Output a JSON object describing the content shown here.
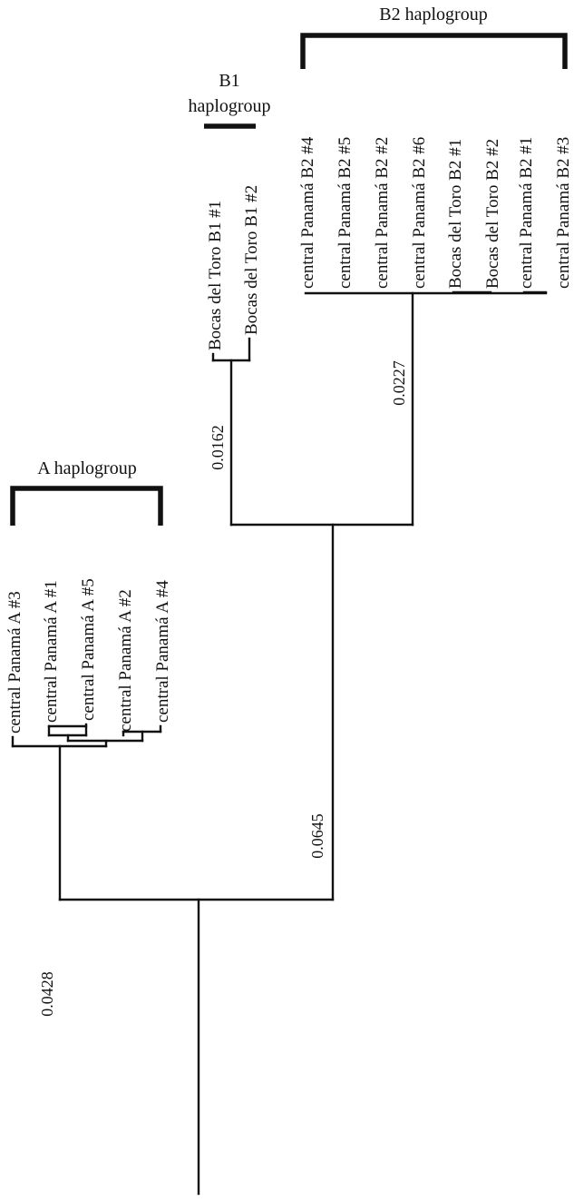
{
  "tree": {
    "groups": {
      "a": {
        "label": "A haplogroup"
      },
      "b1": {
        "label_line1": "B1",
        "label_line2": "haplogroup"
      },
      "b2": {
        "label": "B2 haplogroup"
      }
    },
    "branch_lengths": {
      "a_stem": "0.0428",
      "b_stem": "0.0645",
      "b1_stem": "0.0162",
      "b2_stem": "0.0227"
    },
    "leaves": {
      "a": [
        "central Panamá A #3",
        "central Panamá A #1",
        "central Panamá A #5",
        "central Panamá A #2",
        "central Panamá A #4"
      ],
      "b1": [
        "Bocas del Toro B1 #1",
        "Bocas del Toro B1 #2"
      ],
      "b2": [
        "central Panamá B2 #4",
        "central Panamá B2 #5",
        "central Panamá B2 #2",
        "central Panamá B2 #6",
        "Bocas del Toro B2 #1",
        "Bocas del Toro B2 #2",
        "central Panamá B2 #1",
        "central Panamá B2 #3"
      ]
    }
  }
}
